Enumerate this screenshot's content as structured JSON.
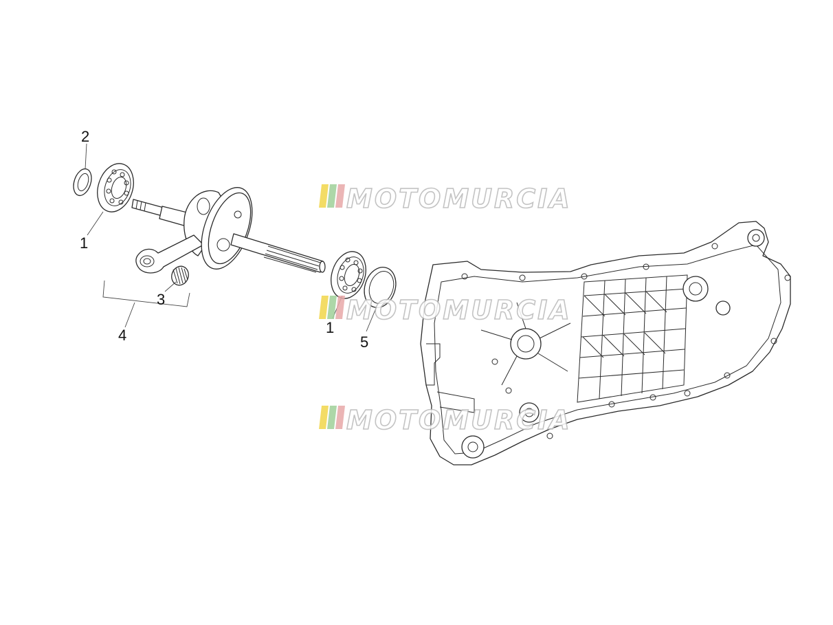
{
  "watermark": {
    "text": "MOTOMURCIA",
    "stripe_colors": [
      "#f2d64b",
      "#9fd19a",
      "#e8a9a9"
    ]
  },
  "callouts": [
    {
      "id": "bearing-top",
      "label": "2"
    },
    {
      "id": "bearing-left",
      "label": "1"
    },
    {
      "id": "needle-bearing",
      "label": "3"
    },
    {
      "id": "crankshaft-assembly",
      "label": "4"
    },
    {
      "id": "bearing-right",
      "label": "1"
    },
    {
      "id": "oil-seal",
      "label": "5"
    }
  ]
}
